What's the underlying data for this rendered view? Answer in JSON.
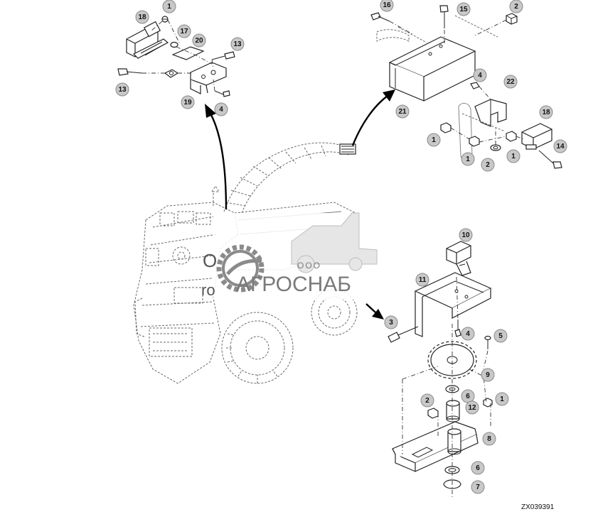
{
  "diagram": {
    "figure_code": "ZX039391",
    "watermark": {
      "company_prefix": "ООО",
      "brand": "АГРОСНАБ",
      "fragment_1": "О",
      "fragment_2": "ro"
    },
    "callouts": [
      {
        "id": "c-18a",
        "label": "18"
      },
      {
        "id": "c-1a",
        "label": "1"
      },
      {
        "id": "c-17",
        "label": "17"
      },
      {
        "id": "c-20",
        "label": "20"
      },
      {
        "id": "c-13a",
        "label": "13"
      },
      {
        "id": "c-13b",
        "label": "13"
      },
      {
        "id": "c-19",
        "label": "19"
      },
      {
        "id": "c-4a",
        "label": "4"
      },
      {
        "id": "c-16",
        "label": "16"
      },
      {
        "id": "c-15",
        "label": "15"
      },
      {
        "id": "c-2a",
        "label": "2"
      },
      {
        "id": "c-21",
        "label": "21"
      },
      {
        "id": "c-4b",
        "label": "4"
      },
      {
        "id": "c-22",
        "label": "22"
      },
      {
        "id": "c-18b",
        "label": "18"
      },
      {
        "id": "c-1b",
        "label": "1"
      },
      {
        "id": "c-1c",
        "label": "1"
      },
      {
        "id": "c-2b",
        "label": "2"
      },
      {
        "id": "c-1d",
        "label": "1"
      },
      {
        "id": "c-14",
        "label": "14"
      },
      {
        "id": "c-10",
        "label": "10"
      },
      {
        "id": "c-11",
        "label": "11"
      },
      {
        "id": "c-3",
        "label": "3"
      },
      {
        "id": "c-4c",
        "label": "4"
      },
      {
        "id": "c-5",
        "label": "5"
      },
      {
        "id": "c-9",
        "label": "9"
      },
      {
        "id": "c-6a",
        "label": "6"
      },
      {
        "id": "c-1e",
        "label": "1"
      },
      {
        "id": "c-2c",
        "label": "2"
      },
      {
        "id": "c-12",
        "label": "12"
      },
      {
        "id": "c-8",
        "label": "8"
      },
      {
        "id": "c-6b",
        "label": "6"
      },
      {
        "id": "c-7",
        "label": "7"
      }
    ]
  }
}
